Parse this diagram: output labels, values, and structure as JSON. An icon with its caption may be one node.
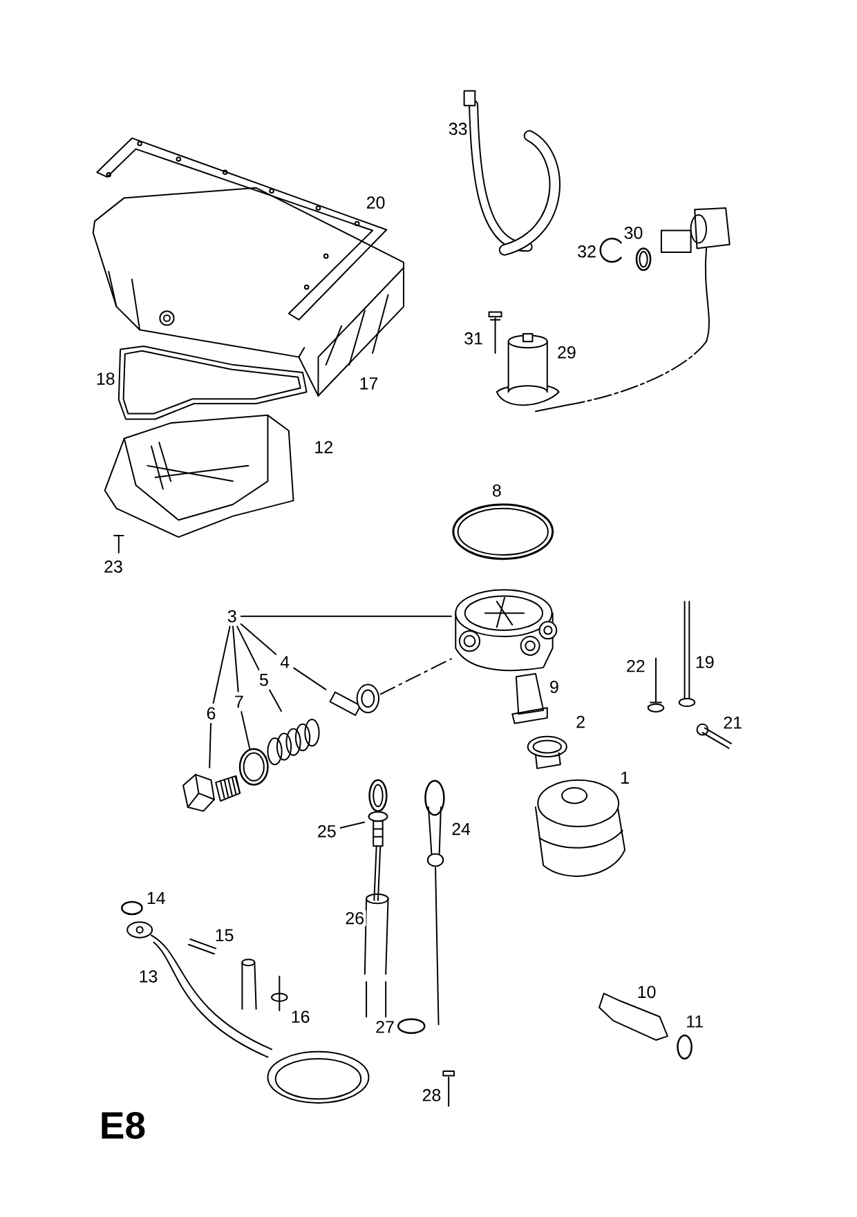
{
  "diagram": {
    "nodes": [
      {
        "text": [
          "3"
        ]
      },
      {
        "text": [],
        "shape": "picture"
      },
      {
        "text": [
          "4"
        ]
      },
      {
        "text": [
          "5"
        ]
      },
      {
        "text": [
          "7"
        ]
      },
      {
        "text": [
          "6"
        ]
      },
      {
        "text": [],
        "shape": "picture"
      },
      {
        "text": [],
        "shape": "picture"
      },
      {
        "text": [],
        "shape": "picture"
      },
      {
        "text": [],
        "shape": "picture"
      },
      {
        "text": [
          "25"
        ]
      },
      {
        "text": [],
        "shape": "picture"
      }
    ],
    "edges": [
      {
        "from": 0,
        "to": 1,
        "arrow": "none"
      },
      {
        "from": 0,
        "to": 2,
        "arrow": "none"
      },
      {
        "from": 0,
        "to": 3,
        "arrow": "none"
      },
      {
        "from": 0,
        "to": 4,
        "arrow": "none"
      },
      {
        "from": 0,
        "to": 5,
        "arrow": "none"
      },
      {
        "from": 2,
        "to": 6,
        "arrow": "none"
      },
      {
        "from": 3,
        "to": 7,
        "arrow": "none"
      },
      {
        "from": 4,
        "to": 8,
        "arrow": "none"
      },
      {
        "from": 5,
        "to": 9,
        "arrow": "none"
      },
      {
        "from": 10,
        "to": 11,
        "arrow": "none"
      },
      {
        "from": 6,
        "to": 1,
        "arrow": "none",
        "style": "dashed"
      }
    ],
    "labels": [
      "33",
      "20",
      "30",
      "32",
      "31",
      "29",
      "18",
      "17",
      "12",
      "8",
      "23",
      "22",
      "19",
      "9",
      "2",
      "21",
      "1",
      "24",
      "14",
      "26",
      "15",
      "13",
      "16",
      "10",
      "11",
      "27",
      "28",
      "E8"
    ]
  }
}
